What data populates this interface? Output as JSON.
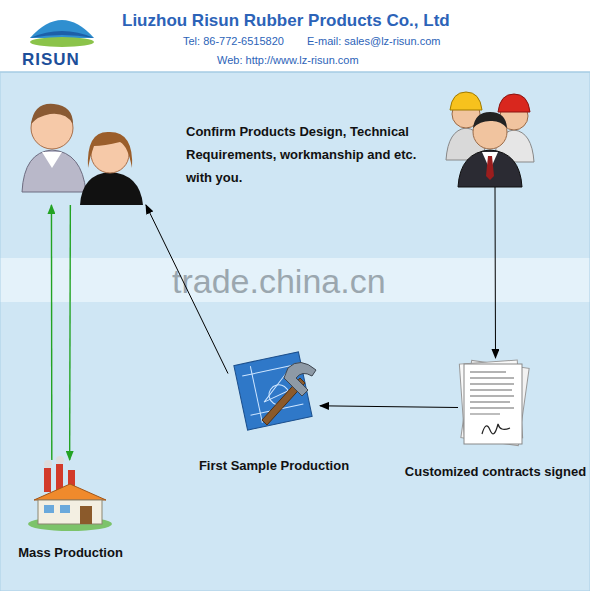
{
  "diagram": {
    "title": "Liuzhou Risun Rubber Products Co., Ltd",
    "nodes": [
      {
        "text": []
      },
      {
        "text": []
      },
      {
        "text": [
          "First Sample Production"
        ]
      },
      {
        "text": [
          "Customized contracts signed"
        ]
      },
      {
        "text": [
          "Mass Production"
        ]
      }
    ],
    "edges": [
      {
        "from": 1,
        "to": 3,
        "arrow": "to"
      },
      {
        "from": 3,
        "to": 2,
        "arrow": "to"
      },
      {
        "from": 2,
        "to": 0,
        "arrow": "to"
      },
      {
        "from": 4,
        "to": 0,
        "arrow": "to"
      },
      {
        "from": 0,
        "to": 4,
        "arrow": "to"
      }
    ],
    "labels": [
      "RISUN",
      "Tel: 86-772-6515820",
      "E-mail: sales@lz-risun.com",
      "Web: http://www.lz-risun.com",
      "Confirm Products Design, Technical Requirements, workmanship and etc. with you.",
      "trade.china.cn"
    ]
  }
}
